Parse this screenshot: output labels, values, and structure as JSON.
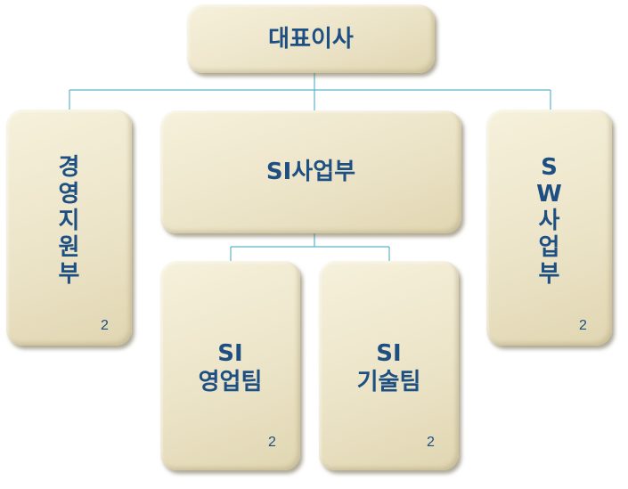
{
  "org_chart": {
    "ceo": {
      "label": "대표이사"
    },
    "management": {
      "chars": [
        "경",
        "영",
        "지",
        "원",
        "부"
      ],
      "count": "2"
    },
    "si": {
      "label": "SI사업부"
    },
    "sw": {
      "chars": [
        "S",
        "W",
        "사",
        "업",
        "부"
      ],
      "count": "2"
    },
    "si_sales": {
      "line1": "SI",
      "line2": "영업팀",
      "count": "2"
    },
    "si_tech": {
      "line1": "SI",
      "line2": "기술팀",
      "count": "2"
    }
  },
  "colors": {
    "text": "#1d4f82",
    "connector": "#5fb3c6",
    "box_fill": "#ece4c8"
  }
}
